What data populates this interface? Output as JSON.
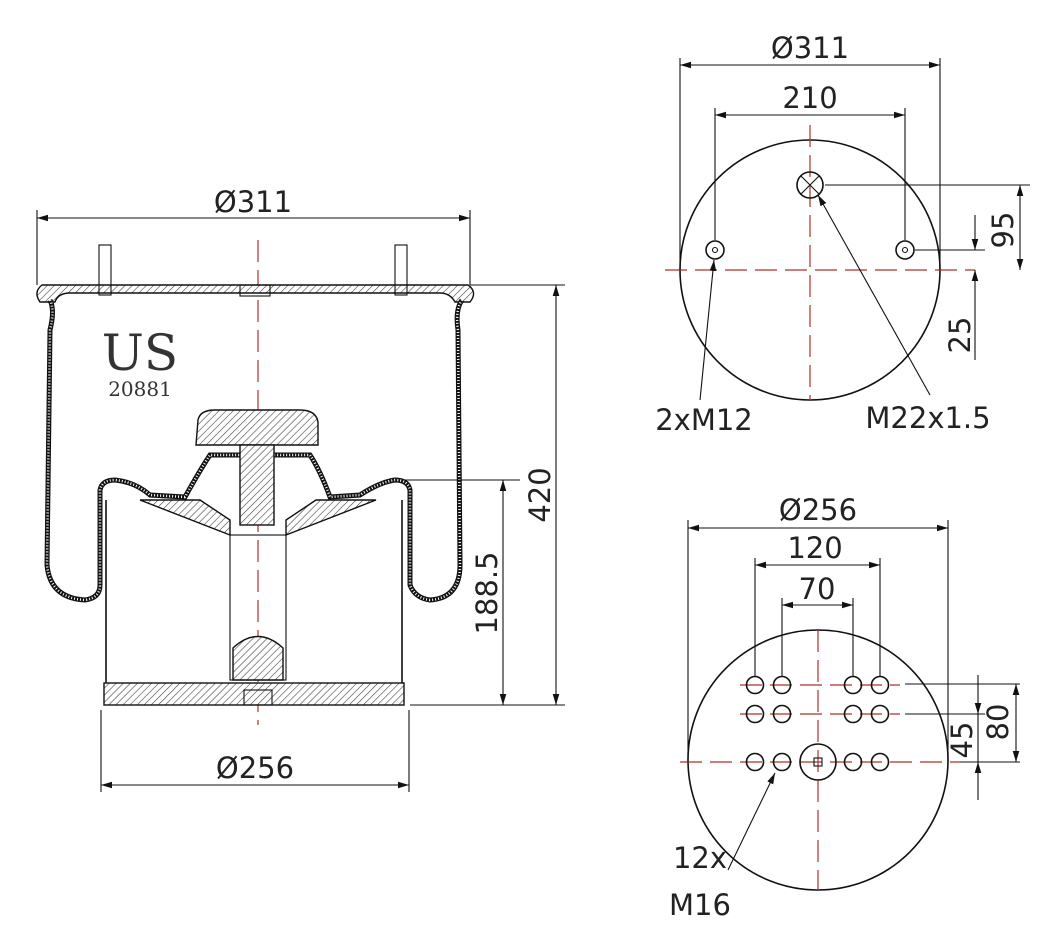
{
  "side_view": {
    "top_diameter": "Ø311",
    "bottom_diameter": "Ø256",
    "height": "420",
    "piston_height": "188.5",
    "logo_text": "US",
    "part_number": "20881"
  },
  "top_plate_view": {
    "diameter": "Ø311",
    "bolt_spacing": "210",
    "offset_95": "95",
    "offset_25": "25",
    "bolt_label": "2xM12",
    "air_inlet_label": "M22x1.5"
  },
  "bottom_plate_view": {
    "diameter": "Ø256",
    "spacing_120": "120",
    "spacing_70": "70",
    "offset_45": "45",
    "offset_80": "80",
    "bolt_count_label": "12x",
    "bolt_size_label": "M16"
  },
  "colors": {
    "centerline": "#b0302a",
    "line": "#111111"
  }
}
